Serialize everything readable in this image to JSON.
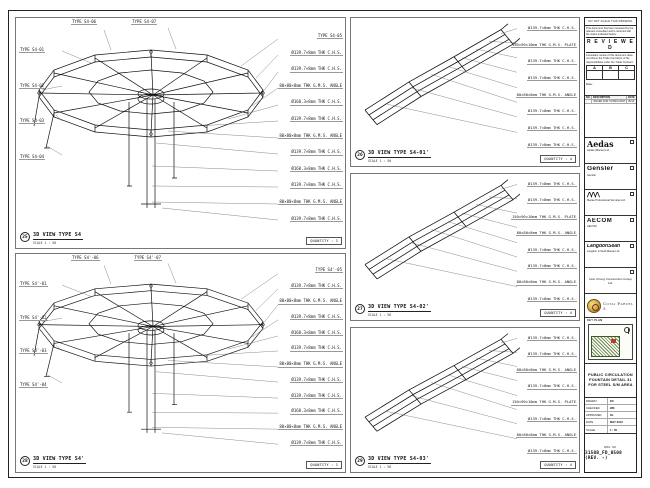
{
  "sheet": {
    "panels": [
      {
        "ref_no": "25",
        "title": "3D VIEW TYPE S4",
        "scale": "SCALE 1 : 50",
        "quantity": "QUANTITY : 1",
        "labels_top": [
          "TYPE S4-06",
          "TYPE S4-07"
        ],
        "labels_left": [
          "TYPE S4-01",
          "TYPE S4-02",
          "TYPE S4-03",
          "TYPE S4-04"
        ],
        "labels_right": [
          "TYPE S4-05",
          "Ø139.7×8mm THK C.H.S.",
          "Ø139.7×8mm THK C.H.S.",
          "80×80×8mm THK G.M.S. ANGLE",
          "Ø168.3×8mm THK C.H.S.",
          "Ø139.7×8mm THK C.H.S.",
          "80×80×8mm THK G.M.S. ANGLE",
          "Ø139.7×8mm THK C.H.S.",
          "Ø168.3×8mm THK C.H.S.",
          "Ø139.7×8mm THK C.H.S.",
          "80×80×8mm THK G.M.S. ANGLE",
          "Ø139.7×8mm THK C.H.S."
        ]
      },
      {
        "ref_no": "28",
        "title": "3D VIEW TYPE S4'",
        "scale": "SCALE 1 : 50",
        "quantity": "QUANTITY : 1",
        "labels_top": [
          "TYPE S4'-06",
          "TYPE S4'-07"
        ],
        "labels_left": [
          "TYPE S4'-01",
          "TYPE S4'-02",
          "TYPE S4'-03",
          "TYPE S4'-04"
        ],
        "labels_right": [
          "TYPE S4'-05",
          "Ø139.7×8mm THK C.H.S.",
          "80×80×8mm THK G.M.S. ANGLE",
          "Ø139.7×8mm THK C.H.S.",
          "Ø168.3×8mm THK C.H.S.",
          "Ø139.7×8mm THK C.H.S.",
          "80×80×8mm THK G.M.S. ANGLE",
          "Ø139.7×8mm THK C.H.S.",
          "Ø139.7×8mm THK C.H.S.",
          "Ø168.3×8mm THK C.H.S.",
          "80×80×8mm THK G.M.S. ANGLE",
          "Ø139.7×8mm THK C.H.S."
        ]
      },
      {
        "ref_no": "26",
        "title": "3D VIEW TYPE S4-01'",
        "scale": "SCALE 1 : 50",
        "quantity": "QUANTITY : 4",
        "labels_right": [
          "Ø139.7×8mm THK C.H.S.",
          "150×90×10mm THK G.M.S. PLATE",
          "Ø139.7×8mm THK C.H.S.",
          "Ø139.7×8mm THK C.H.S.",
          "80×80×8mm THK G.M.S. ANGLE",
          "Ø139.7×8mm THK C.H.S.",
          "Ø139.7×8mm THK C.H.S.",
          "Ø139.7×8mm THK C.H.S."
        ]
      },
      {
        "ref_no": "27",
        "title": "3D VIEW TYPE S4-02'",
        "scale": "SCALE 1 : 50",
        "quantity": "QUANTITY : 4",
        "labels_right": [
          "Ø139.7×8mm THK C.H.S.",
          "Ø139.7×8mm THK C.H.S.",
          "150×90×10mm THK G.M.S. PLATE",
          "80×80×8mm THK G.M.S. ANGLE",
          "Ø139.7×8mm THK C.H.S.",
          "Ø139.7×8mm THK C.H.S.",
          "80×80×8mm THK G.M.S. ANGLE",
          "Ø139.7×8mm THK C.H.S."
        ]
      },
      {
        "ref_no": "29",
        "title": "3D VIEW TYPE S4-03'",
        "scale": "SCALE 1 : 50",
        "quantity": "QUANTITY : 4",
        "labels_right": [
          "Ø139.7×8mm THK C.H.S.",
          "Ø139.7×8mm THK C.H.S.",
          "80×80×8mm THK G.M.S. ANGLE",
          "Ø139.7×8mm THK C.H.S.",
          "150×90×10mm THK G.M.S. PLATE",
          "Ø139.7×8mm THK C.H.S.",
          "80×80×8mm THK G.M.S. ANGLE",
          "Ø139.7×8mm THK C.H.S."
        ]
      }
    ],
    "title_block": {
      "header_note": "DO NOT SCALE THIS DRAWING",
      "stamp": {
        "note_top": "This document has been reviewed by the relevant consultant and is returned with the status indicated below:",
        "title": "R E V I E W E D",
        "note_bottom": "Consultant review of this document does not relieve the Trade Contractor of his responsibilities under the Trade Contract.",
        "cols": [
          "A",
          "B",
          "C"
        ],
        "date_label": "Date :"
      },
      "rev_table": {
        "headers": [
          "NO.",
          "DESCRIPTION",
          "DATE"
        ],
        "rows": [
          [
            "-",
            "ISSUED FOR CONSULTANT REVIEW",
            "05/13"
          ]
        ]
      },
      "consultants": [
        {
          "logo": "Aedas",
          "name": "Aedas (Macau) Ltd."
        },
        {
          "logo": "Gensler",
          "name": "Gensler"
        },
        {
          "logo": "⋀⋀⋀",
          "name": "Macau Professional Services Ltd."
        },
        {
          "logo": "AECOM",
          "name": "AECOM"
        },
        {
          "logo": "LangdonSeah",
          "name": "Langdon & Seah Macau Ltd."
        },
        {
          "logo": "",
          "name": "Hsin Chong Construction Group Ltd."
        }
      ],
      "project": {
        "name": "Cotai Parcel 3"
      },
      "keyplan_label": "KEY PLAN",
      "drawing_title": "PUBLIC CIRCULATION FOUNTAIN DETAIL 31 FOR STEEL S/M AREA",
      "fields": [
        [
          "DRAWN",
          "KC"
        ],
        [
          "CHECKED",
          "WK"
        ],
        [
          "APPROVED",
          "KL"
        ],
        [
          "DATE",
          "MAY 2013"
        ],
        [
          "SCALE",
          "1 : 50"
        ]
      ],
      "drawing_no_label": "DRG. NO.",
      "drawing_no": "3150B_FD_0508 (REV. -)"
    }
  }
}
